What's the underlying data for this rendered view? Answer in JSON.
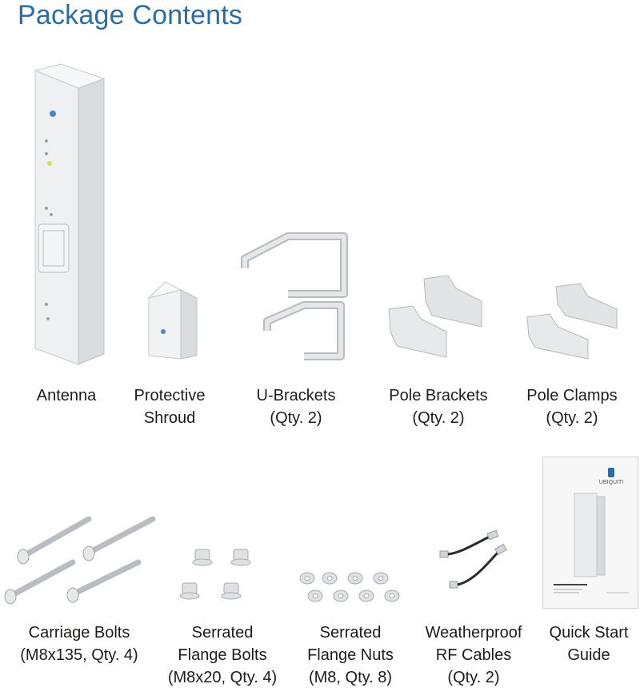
{
  "title": "Package Contents",
  "colors": {
    "title": "#2a6ea8",
    "text": "#1d1d1b",
    "metal": "#c9cccf",
    "plastic": "#e6e8ea"
  },
  "row1": [
    {
      "id": "antenna",
      "lines": [
        "Antenna"
      ]
    },
    {
      "id": "shroud",
      "lines": [
        "Protective",
        "Shroud"
      ]
    },
    {
      "id": "u-brackets",
      "lines": [
        "U-Brackets",
        "(Qty. 2)"
      ]
    },
    {
      "id": "pole-brackets",
      "lines": [
        "Pole Brackets",
        "(Qty. 2)"
      ]
    },
    {
      "id": "pole-clamps",
      "lines": [
        "Pole Clamps",
        "(Qty. 2)"
      ]
    }
  ],
  "row2": [
    {
      "id": "carriage-bolts",
      "lines": [
        "Carriage Bolts",
        "(M8x135, Qty. 4)"
      ]
    },
    {
      "id": "flange-bolts",
      "lines": [
        "Serrated",
        "Flange Bolts",
        "(M8x20, Qty. 4)"
      ]
    },
    {
      "id": "flange-nuts",
      "lines": [
        "Serrated",
        "Flange Nuts",
        "(M8, Qty. 8)"
      ]
    },
    {
      "id": "rf-cables",
      "lines": [
        "Weatherproof",
        "RF Cables",
        "(Qty. 2)"
      ]
    },
    {
      "id": "quick-start",
      "lines": [
        "Quick Start",
        "Guide"
      ]
    }
  ],
  "guide": {
    "brand": "UBIQUITI"
  }
}
